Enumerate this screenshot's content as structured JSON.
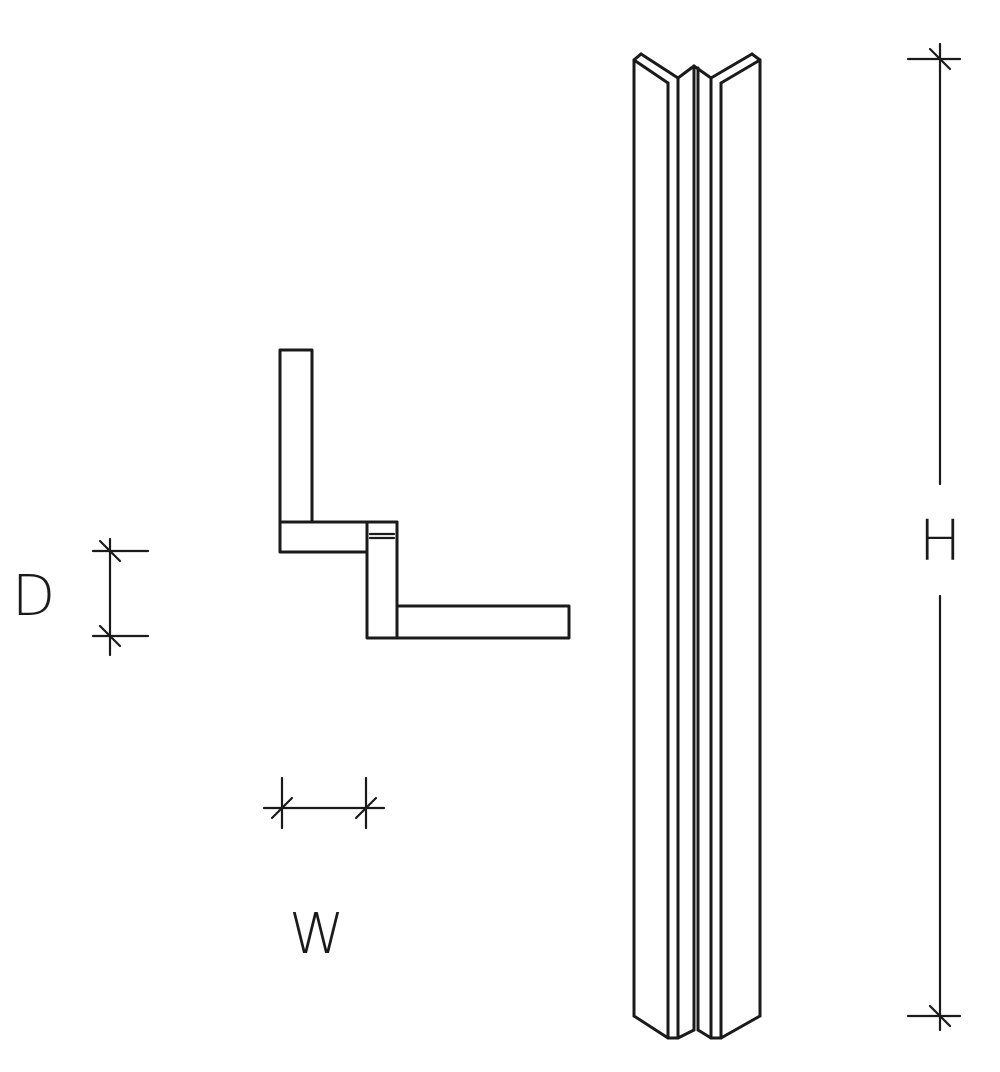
{
  "drawing": {
    "labels": {
      "depth": "D",
      "width": "W",
      "height": "H"
    }
  },
  "colors": {
    "line": "#1a1a1a",
    "background": "#ffffff"
  }
}
